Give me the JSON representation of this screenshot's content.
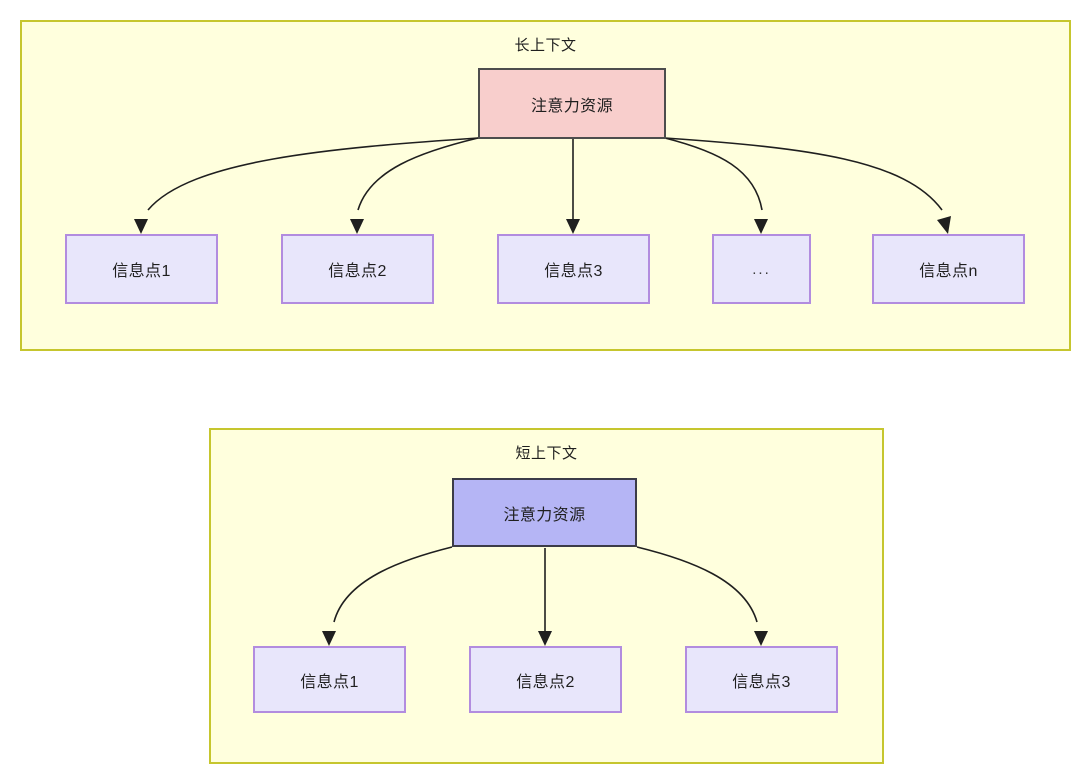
{
  "diagram": {
    "title_hidden": "",
    "type": "tree-comparison",
    "colors": {
      "group_fill": "#ffffdd",
      "group_border": "#c6c62e",
      "root_long_fill": "#f8cecc",
      "root_long_border": "#4d4d4d",
      "root_short_fill": "#b5b5f5",
      "root_short_border": "#3c3c48",
      "leaf_fill": "#e8e6fb",
      "leaf_border": "#b28cdf",
      "edge_color": "#1f1f1f",
      "text_color": "#1f1f1f"
    },
    "groups": [
      {
        "id": "long-context",
        "title": "长上下文",
        "root": {
          "label": "注意力资源"
        },
        "leaves": [
          {
            "label": "信息点1"
          },
          {
            "label": "信息点2"
          },
          {
            "label": "信息点3"
          },
          {
            "label": "..."
          },
          {
            "label": "信息点n"
          }
        ]
      },
      {
        "id": "short-context",
        "title": "短上下文",
        "root": {
          "label": "注意力资源"
        },
        "leaves": [
          {
            "label": "信息点1"
          },
          {
            "label": "信息点2"
          },
          {
            "label": "信息点3"
          }
        ]
      }
    ]
  }
}
